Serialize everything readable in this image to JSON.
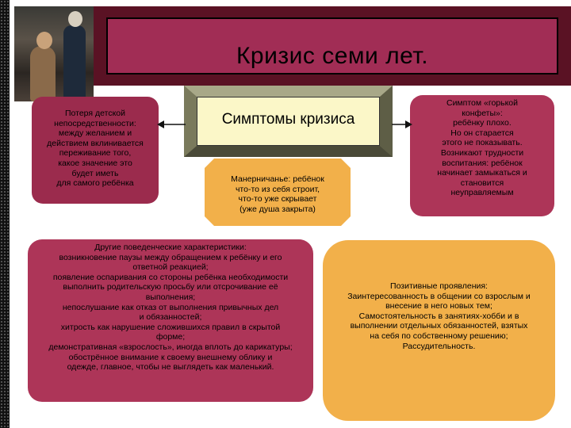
{
  "title": "Кризис семи лет.",
  "symptoms_heading": "Симптомы кризиса",
  "boxes": {
    "loss_of_spontaneity": [
      "Потеря детской",
      "непосредственности:",
      "между желанием и",
      "действием вклинивается",
      "переживание того,",
      "какое значение это",
      "будет иметь",
      "для самого ребёнка"
    ],
    "mannerisms": [
      "Манерничанье: ребёнок",
      "что-то из себя строит,",
      "что-то уже скрывает",
      "(уже душа закрыта)"
    ],
    "bitter_candy": [
      "Симптом «горькой",
      "конфеты»:",
      "ребёнку плохо.",
      "Но он старается",
      "этого не показывать.",
      "Возникают трудности",
      "воспитания: ребёнок",
      "начинает замыкаться и",
      "становится",
      "неуправляемым"
    ],
    "other_characteristics": [
      "Другие поведенческие характеристики:",
      "возникновение паузы между обращением к ребёнку и его",
      "ответной реакцией;",
      "появление оспаривания со стороны ребёнка необходимости",
      "выполнить родительскую просьбу или отсрочивание её",
      "выполнения;",
      "непослушание как отказ от выполнения привычных дел",
      "и обязанностей;",
      "хитрость как нарушение сложившихся правил в скрытой",
      "форме;",
      "демонстративная «взрослость», иногда вплоть до карикатуры;",
      "обострённое внимание к своему внешнему облику и",
      "одежде, главное, чтобы не выглядеть как маленький."
    ],
    "positive": [
      "Позитивные проявления:",
      "Заинтересованность в общении со взрослым и",
      "внесение в него новых тем;",
      "Самостоятельность в занятиях-хобби и в",
      "выполнении отдельных обязанностей, взятых",
      "на себя по собственному решению;",
      "Рассудительность."
    ]
  },
  "colors": {
    "title_outer": "#5a1224",
    "title_inner": "#a12d55",
    "maroon_box": "#ad3558",
    "orange_box": "#f2b04a",
    "symptoms_face": "#fbf7c8",
    "arrow": "#111111"
  }
}
